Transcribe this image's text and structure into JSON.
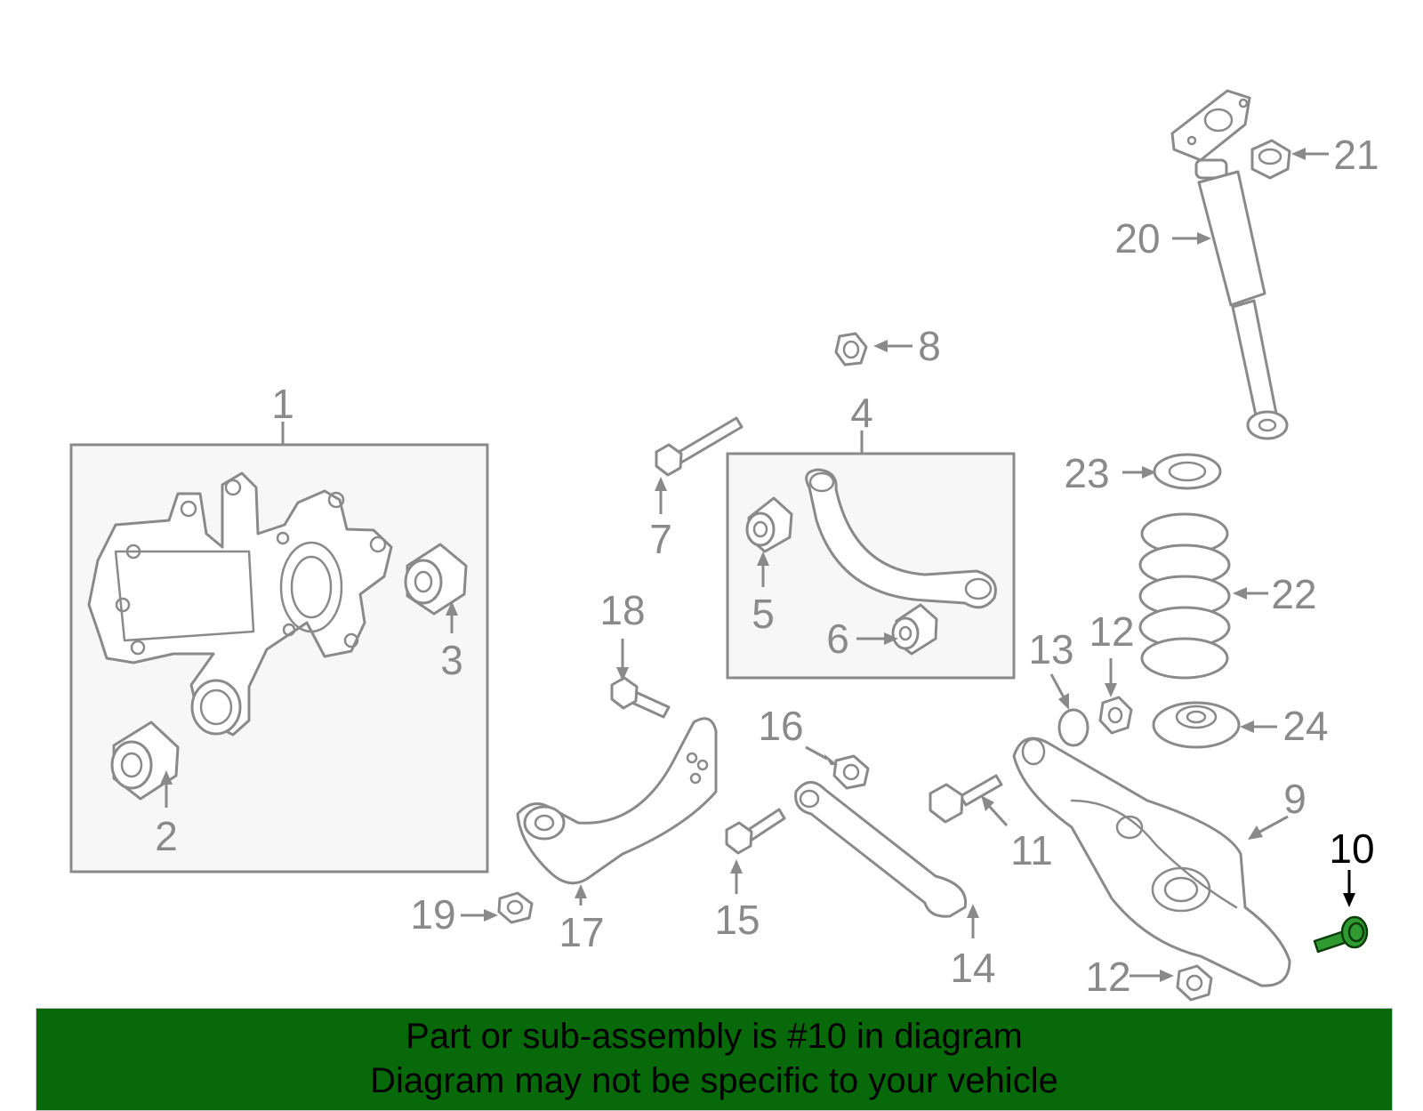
{
  "diagram": {
    "highlight_color": "#2f9a2f",
    "callouts": [
      "1",
      "2",
      "3",
      "4",
      "5",
      "6",
      "7",
      "8",
      "9",
      "10",
      "11",
      "12",
      "12",
      "13",
      "14",
      "15",
      "16",
      "17",
      "18",
      "19",
      "20",
      "21",
      "22",
      "23",
      "24"
    ],
    "highlighted_callout": "10"
  },
  "banner": {
    "line1": "Part or sub-assembly is #10 in diagram",
    "line2": "Diagram may not be specific to your vehicle",
    "background": "#08690a"
  }
}
